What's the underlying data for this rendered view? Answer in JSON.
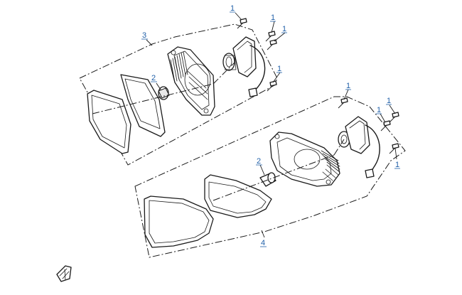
{
  "diagram": {
    "callouts": {
      "c1a": "1",
      "c1b": "1",
      "c1c": "1",
      "c1d": "1",
      "c1e": "1",
      "c1f": "1",
      "c1g": "1",
      "c1h": "1",
      "c2a": "2",
      "c2b": "2",
      "c3": "3",
      "c4": "4"
    },
    "parts": [
      {
        "ref": "1",
        "icon": "screw-icon"
      },
      {
        "ref": "2",
        "icon": "bulb-icon"
      },
      {
        "ref": "3",
        "icon": "headlight-assembly-icon"
      },
      {
        "ref": "4",
        "icon": "headlight-assembly-icon"
      }
    ],
    "colors": {
      "callout": "#1f5fa8",
      "line": "#1a1a1a"
    }
  }
}
